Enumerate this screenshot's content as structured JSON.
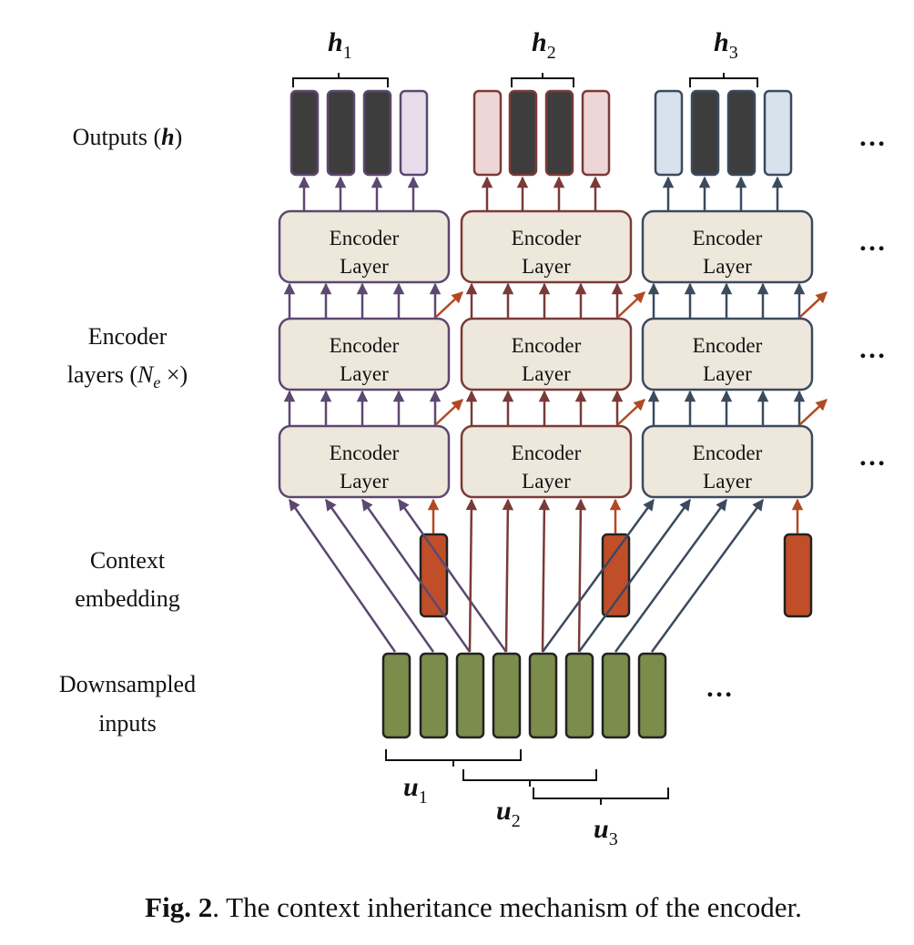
{
  "colors": {
    "purple": "#5c4870",
    "red": "#7a3a38",
    "navy": "#3c4a5e",
    "dark_cell": "#3d3d3d",
    "light_purple": "#e6dcea",
    "light_red": "#eed6d6",
    "light_blue": "#d8e2ec",
    "encoder_fill": "#eee8dc",
    "context_fill": "#c04e28",
    "context_arrow": "#b14a22",
    "input_fill": "#7b8c4b"
  },
  "side_labels": {
    "outputs": "Outputs (",
    "outputs_sym": "h",
    "outputs_close": ")",
    "encoder_line1": "Encoder",
    "encoder_line2_pre": "layers (",
    "encoder_line2_sym": "N",
    "encoder_line2_sub": "e",
    "encoder_line2_post": " ×)",
    "context_line1": "Context",
    "context_line2": "embedding",
    "inputs_line1": "Downsampled",
    "inputs_line2": "inputs"
  },
  "encoder_layer": {
    "line1": "Encoder",
    "line2": "Layer"
  },
  "output_groups": [
    {
      "symbol": "h",
      "subscript": "1"
    },
    {
      "symbol": "h",
      "subscript": "2"
    },
    {
      "symbol": "h",
      "subscript": "3"
    }
  ],
  "input_groups": [
    {
      "symbol": "u",
      "subscript": "1"
    },
    {
      "symbol": "u",
      "subscript": "2"
    },
    {
      "symbol": "u",
      "subscript": "3"
    }
  ],
  "ellipsis": "…",
  "caption": {
    "bold": "Fig. 2",
    "rest": ". The context inheritance mechanism of the encoder."
  }
}
